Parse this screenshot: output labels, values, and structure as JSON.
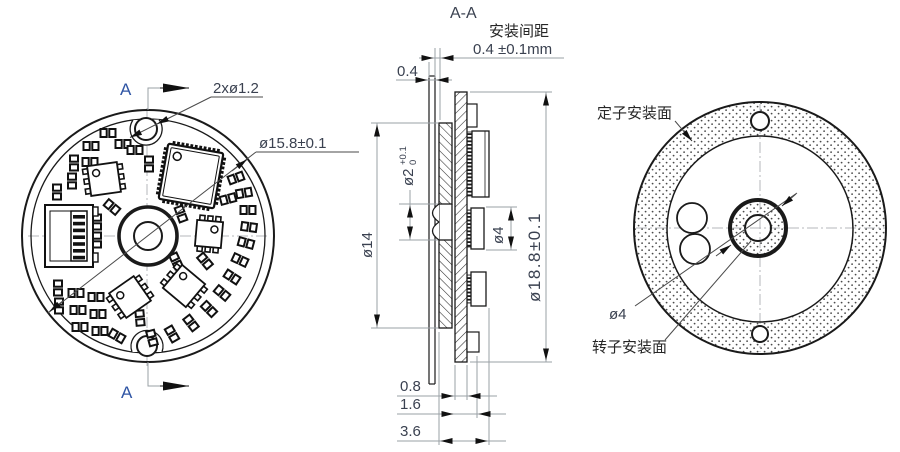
{
  "labels": {
    "section_marker": "A",
    "section_title": "A-A",
    "hole_callout": "2xø1.2",
    "pcb_dia": "ø15.8±0.1",
    "gap_title": "安装间距",
    "gap_value": "0.4 ±0.1mm",
    "plate_thickness": "0.4",
    "magnet_dia": "ø14",
    "boss_dia": "ø2",
    "boss_tol_up": "+0.1",
    "boss_tol_dn": "0",
    "chip_dia": "ø4",
    "outer_dia": "ø18.8±0.1",
    "dim_pcb": "0.8",
    "dim_mid": "1.6",
    "dim_total": "3.6",
    "stator_face": "定子安装面",
    "rotor_face": "转子安装面",
    "hub_dia": "ø4"
  },
  "colors": {
    "outline": "#1a1a1a",
    "dimension_line": "#9aa0a6",
    "dimension_text": "#3a4150",
    "section_letter": "#2f55a4",
    "centerline": "#b4b7bb"
  }
}
